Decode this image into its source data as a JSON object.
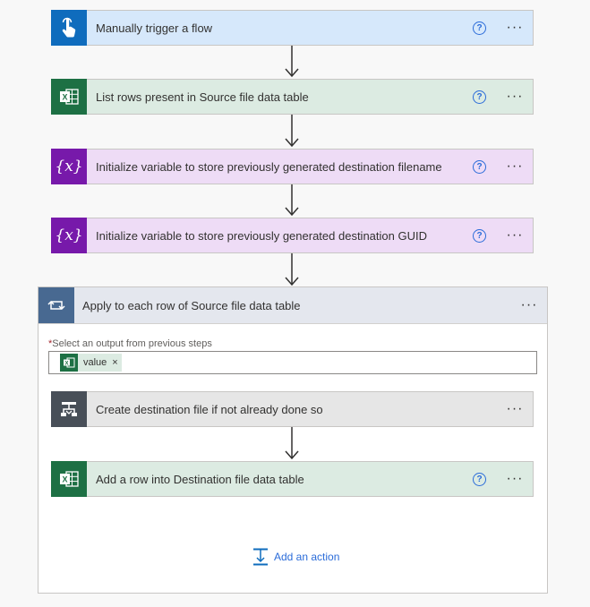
{
  "steps": {
    "trigger": {
      "title": "Manually trigger a flow",
      "icon": "touch-icon",
      "help": "?"
    },
    "list_rows": {
      "title": "List rows present in Source file data table",
      "icon": "excel-icon",
      "help": "?"
    },
    "init_var_filename": {
      "title": "Initialize variable to store previously generated destination filename",
      "icon": "variable-icon",
      "glyph": "{x}",
      "help": "?"
    },
    "init_var_guid": {
      "title": "Initialize variable to store previously generated destination GUID",
      "icon": "variable-icon",
      "glyph": "{x}",
      "help": "?"
    }
  },
  "apply_to_each": {
    "title": "Apply to each row of Source file data table",
    "icon": "loop-icon",
    "output_label": "Select an output from previous steps",
    "required_marker": "*",
    "token": {
      "text": "value",
      "remove": "×"
    },
    "inner": {
      "create_file": {
        "title": "Create destination file if not already done so",
        "icon": "scope-icon"
      },
      "add_row": {
        "title": "Add a row into Destination file data table",
        "icon": "excel-icon",
        "help": "?"
      }
    },
    "add_action_label": "Add an action"
  },
  "more_label": "···",
  "colors": {
    "trigger": "#0f6cbd",
    "excel": "#1d7044",
    "variable": "#7719aa",
    "control": "#484f58",
    "loop": "#486991",
    "link": "#2b6cd9"
  }
}
